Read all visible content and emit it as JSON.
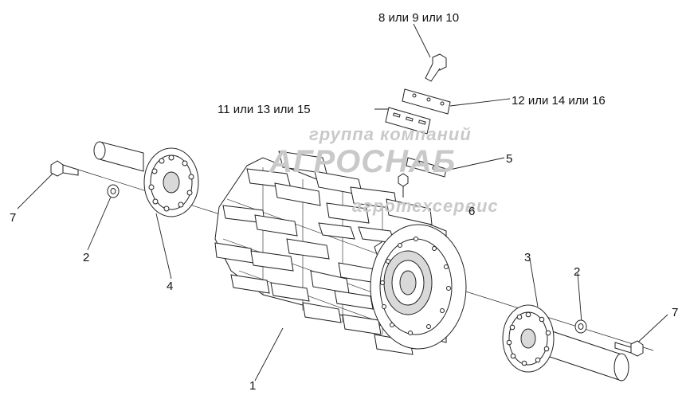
{
  "callouts": {
    "c1": "1",
    "c2_left": "2",
    "c2_right": "2",
    "c3": "3",
    "c4": "4",
    "c5": "5",
    "c6": "6",
    "c7_left": "7",
    "c7_right": "7",
    "c8": "8 или 9 или 10",
    "c11": "11 или 13 или 15",
    "c12": "12 или 14 или 16"
  },
  "watermark": {
    "line1": "группа компаний",
    "line2": "АГРОСНАБ",
    "line3": "агротехсервис"
  },
  "colors": {
    "line": "#222222",
    "fill": "#ffffff",
    "shade": "#d9d9d9",
    "watermark": "#c9c9c9"
  }
}
